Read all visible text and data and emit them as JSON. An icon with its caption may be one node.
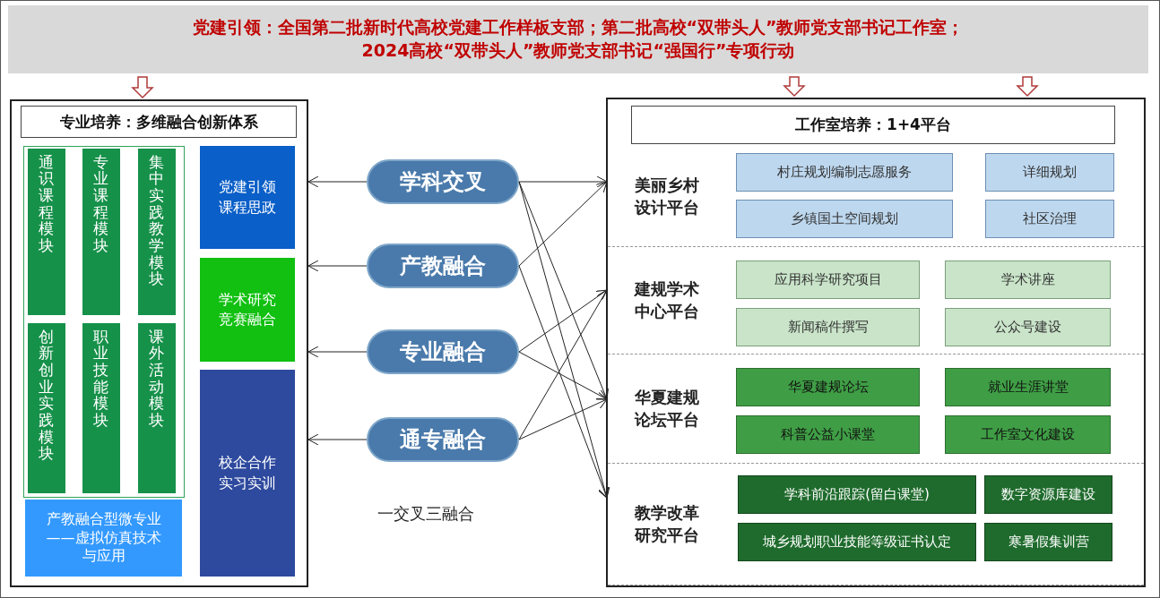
{
  "diagram": {
    "nodes": [
      {
        "text": [
          "党建引领：全国第二批新时代高校党建工作样板支部；第二批高校“双带头人”教师党支部书记工作室；2024高校“双带头人”教师党支部书记“强国行”专项行动"
        ]
      },
      {
        "text": [],
        "shape": "box"
      },
      {
        "text": [
          "专业培养：多维融合创新体系"
        ],
        "in": 1
      },
      {
        "text": [],
        "shape": "box",
        "in": 1
      },
      {
        "text": [
          "通识课程模块"
        ],
        "in": 3
      },
      {
        "text": [
          "专业课程模块"
        ],
        "in": 3
      },
      {
        "text": [
          "集中实践教学模块"
        ],
        "in": 3
      },
      {
        "text": [
          "创新创业实践模块"
        ],
        "in": 3
      },
      {
        "text": [
          "职业技能模块"
        ],
        "in": 3
      },
      {
        "text": [
          "课外活动模块"
        ],
        "in": 3
      },
      {
        "text": [
          "产教融合型微专业——虚拟仿真技术与应用"
        ],
        "in": 1
      },
      {
        "text": [
          "党建引领课程思政"
        ],
        "in": 1
      },
      {
        "text": [
          "学术研究竞赛融合"
        ],
        "in": 1
      },
      {
        "text": [
          "校企合作实习实训"
        ],
        "in": 1
      },
      {
        "text": [
          "学科交叉"
        ]
      },
      {
        "text": [
          "产教融合"
        ]
      },
      {
        "text": [
          "专业融合"
        ]
      },
      {
        "text": [
          "通专融合"
        ]
      },
      {
        "text": [],
        "shape": "box"
      },
      {
        "text": [
          "工作室培养：1+4平台"
        ],
        "in": 18
      },
      {
        "text": [
          "美丽乡村设计平台"
        ],
        "in": 18
      },
      {
        "text": [
          "村庄规划编制志愿服务"
        ],
        "in": 20
      },
      {
        "text": [
          "详细规划"
        ],
        "in": 20
      },
      {
        "text": [
          "乡镇国土空间规划"
        ],
        "in": 20
      },
      {
        "text": [
          "社区治理"
        ],
        "in": 20
      },
      {
        "text": [
          "建规学术中心平台"
        ],
        "in": 18
      },
      {
        "text": [
          "应用科学研究项目"
        ],
        "in": 25
      },
      {
        "text": [
          "学术讲座"
        ],
        "in": 25
      },
      {
        "text": [
          "新闻稿件撰写"
        ],
        "in": 25
      },
      {
        "text": [
          "公众号建设"
        ],
        "in": 25
      },
      {
        "text": [
          "华夏建规论坛平台"
        ],
        "in": 18
      },
      {
        "text": [
          "华夏建规论坛"
        ],
        "in": 30
      },
      {
        "text": [
          "就业生涯讲堂"
        ],
        "in": 30
      },
      {
        "text": [
          "科普公益小课堂"
        ],
        "in": 30
      },
      {
        "text": [
          "工作室文化建设"
        ],
        "in": 30
      },
      {
        "text": [
          "教学改革研究平台"
        ],
        "in": 18
      },
      {
        "text": [
          "学科前沿跟踪(留白课堂)"
        ],
        "in": 35
      },
      {
        "text": [
          "数字资源库建设"
        ],
        "in": 35
      },
      {
        "text": [
          "城乡规划职业技能等级证书认定"
        ],
        "in": 35
      },
      {
        "text": [
          "寒暑假集训营"
        ],
        "in": 35
      }
    ],
    "edges": [
      {
        "from": 0,
        "to": 1,
        "arrow": "to",
        "style": "thick",
        "color": "#b03a3a"
      },
      {
        "from": 0,
        "to": 18,
        "arrow": "to",
        "style": "thick",
        "color": "#b03a3a"
      },
      {
        "from": 0,
        "to": 18,
        "arrow": "to",
        "style": "thick",
        "color": "#b03a3a"
      },
      {
        "from": 14,
        "to": 1,
        "arrow": "to"
      },
      {
        "from": 15,
        "to": 1,
        "arrow": "to"
      },
      {
        "from": 16,
        "to": 1,
        "arrow": "to"
      },
      {
        "from": 17,
        "to": 1,
        "arrow": "to"
      },
      {
        "from": 14,
        "to": 20,
        "arrow": "to"
      },
      {
        "from": 14,
        "to": 30,
        "arrow": "to"
      },
      {
        "from": 14,
        "to": 35,
        "arrow": "to"
      },
      {
        "from": 15,
        "to": 20,
        "arrow": "to"
      },
      {
        "from": 15,
        "to": 35,
        "arrow": "to"
      },
      {
        "from": 16,
        "to": 25,
        "arrow": "to"
      },
      {
        "from": 16,
        "to": 30,
        "arrow": "to"
      },
      {
        "from": 17,
        "to": 25,
        "arrow": "to"
      },
      {
        "from": 17,
        "to": 30,
        "arrow": "to"
      }
    ],
    "labels": [
      "一交叉三融合"
    ]
  }
}
